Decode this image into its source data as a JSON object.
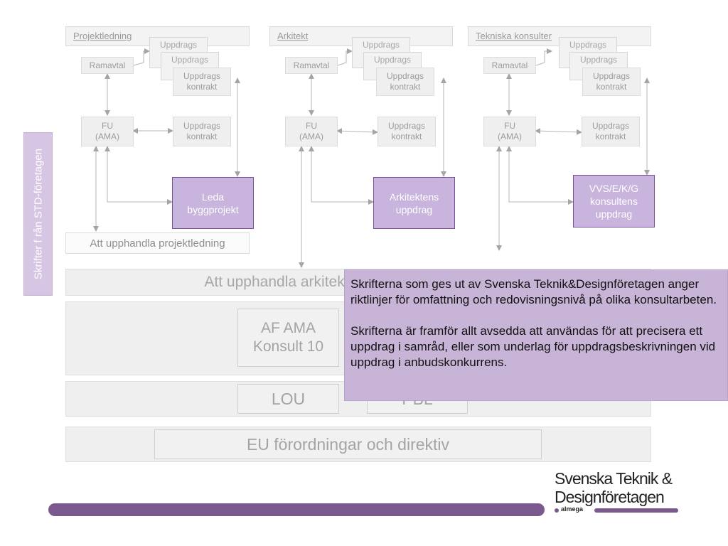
{
  "columns": [
    {
      "header": "Projektledning",
      "ramavtal": "Ramavtal",
      "uppdrag_1": "Uppdrags",
      "uppdrag_2": "Uppdrags",
      "uppdrag_kontrakt_line1": "Uppdrags",
      "uppdrag_kontrakt_line2": "kontrakt",
      "fu_line1": "FU",
      "fu_line2": "(AMA)",
      "kontrakt_line1": "Uppdrags",
      "kontrakt_line2": "kontrakt",
      "purple_line1": "Leda",
      "purple_line2": "byggprojekt",
      "purple_line3": ""
    },
    {
      "header": "Arkitekt",
      "ramavtal": "Ramavtal",
      "uppdrag_1": "Uppdrags",
      "uppdrag_2": "Uppdrags",
      "uppdrag_kontrakt_line1": "Uppdrags",
      "uppdrag_kontrakt_line2": "kontrakt",
      "fu_line1": "FU",
      "fu_line2": "(AMA)",
      "kontrakt_line1": "Uppdrags",
      "kontrakt_line2": "kontrakt",
      "purple_line1": "Arkitektens",
      "purple_line2": "uppdrag",
      "purple_line3": ""
    },
    {
      "header": "Tekniska konsulter",
      "ramavtal": "Ramavtal",
      "uppdrag_1": "Uppdrags",
      "uppdrag_2": "Uppdrags",
      "uppdrag_kontrakt_line1": "Uppdrags",
      "uppdrag_kontrakt_line2": "kontrakt",
      "fu_line1": "FU",
      "fu_line2": "(AMA)",
      "kontrakt_line1": "Uppdrags",
      "kontrakt_line2": "kontrakt",
      "purple_line1": "VVS/E/K/G",
      "purple_line2": "konsultens",
      "purple_line3": "uppdrag"
    }
  ],
  "vertical_label": "Skrifter f rån STD-företagen",
  "att_upphandla_projektledning": "Att upphandla projektledning",
  "att_upphandla_arkitekt": "Att upphandla arkitekt",
  "af_ama_line1": "AF AMA",
  "af_ama_line2": "Konsult 10",
  "lou": "LOU",
  "pbl": "PBL",
  "eu": "EU förordningar och direktiv",
  "callout": {
    "p1": "Skrifterna som ges ut av Svenska Teknik&Designföretagen anger riktlinjer för omfattning och redovisningsnivå på olika konsultarbeten.",
    "p2": "Skrifterna är framför allt avsedda att användas för att precisera ett uppdrag i samråd, eller som underlag för uppdragsbeskrivningen vid uppdrag i anbudskonkurrens."
  },
  "logo": {
    "line1": "Svenska Teknik &",
    "line2": "Designföretagen",
    "sub": "almega"
  },
  "colors": {
    "accent_purple": "#c8b4dc",
    "purple_border": "#7b4f9a",
    "footer_bar": "#7a5a8e",
    "box_grey": "#efefef"
  }
}
